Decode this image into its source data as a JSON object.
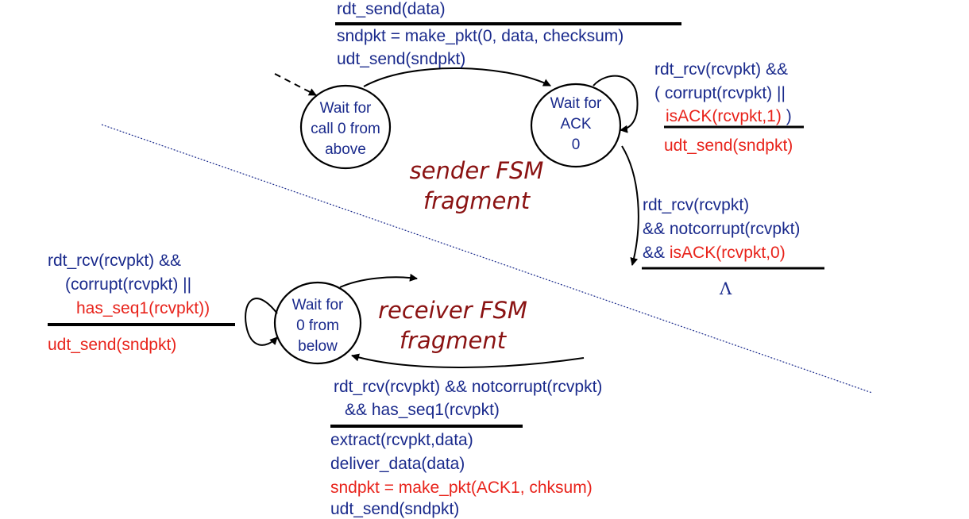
{
  "colors": {
    "action_blue": "#1a2a8c",
    "highlight_red": "#e8231b",
    "title_red": "#8a1212",
    "line": "#000000"
  },
  "sender": {
    "top_transition": {
      "event": "rdt_send(data)",
      "actions": [
        "sndpkt = make_pkt(0, data, checksum)",
        "udt_send(sndpkt)"
      ]
    },
    "state_wait_call": [
      "Wait for",
      "call 0 from",
      "above"
    ],
    "state_wait_ack": [
      "Wait for",
      "ACK",
      "0"
    ],
    "self_loop": {
      "cond_line1": "rdt_rcv(rcvpkt) &&",
      "cond_line2": "( corrupt(rcvpkt) ||",
      "cond_line3_red": "isACK(rcvpkt,1)",
      "cond_line3_close": ")",
      "action": "udt_send(sndpkt)"
    },
    "right_transition": {
      "line1": "rdt_rcv(rcvpkt)",
      "line2": "&& notcorrupt(rcvpkt)",
      "line3_prefix": "&& ",
      "line3_red": "isACK(rcvpkt,0)",
      "action": "Λ"
    },
    "title": [
      "sender FSM",
      "fragment"
    ]
  },
  "receiver": {
    "state_wait_below": [
      "Wait for",
      "0 from",
      "below"
    ],
    "self_loop": {
      "line1": "rdt_rcv(rcvpkt) &&",
      "line2": "(corrupt(rcvpkt) ||",
      "line3_red": "has_seq1(rcvpkt))",
      "action": "udt_send(sndpkt)"
    },
    "bottom_transition": {
      "line1": "rdt_rcv(rcvpkt) && notcorrupt(rcvpkt)",
      "line2": "&& has_seq1(rcvpkt)",
      "actions": [
        "extract(rcvpkt,data)",
        "deliver_data(data)"
      ],
      "action_red": "sndpkt = make_pkt(ACK1, chksum)",
      "action_last": "udt_send(sndpkt)"
    },
    "title": [
      "receiver FSM",
      "fragment"
    ]
  }
}
